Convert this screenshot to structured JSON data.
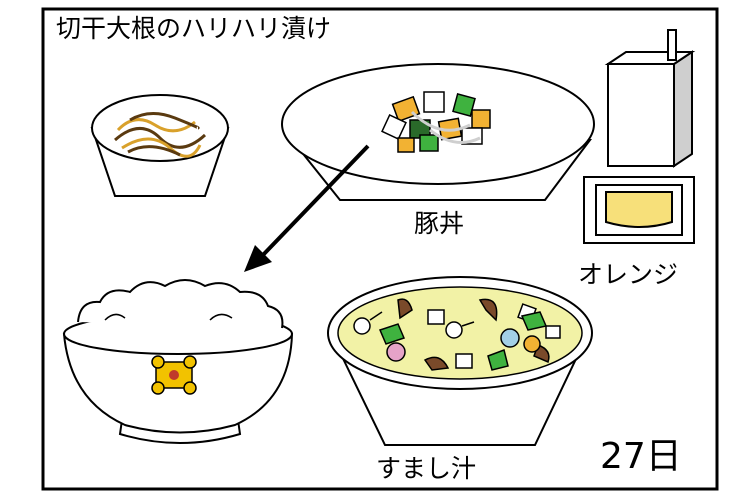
{
  "title": "切干大根のハリハリ漬け",
  "items": {
    "main_dish": "豚丼",
    "fruit": "オレンジ",
    "soup": "すまし汁"
  },
  "date": "27日",
  "colors": {
    "outline": "#000000",
    "background": "#ffffff",
    "noodle": "#d9a12b",
    "kabocha": "#f2b233",
    "green_veg": "#3fb23f",
    "soup_broth": "#f2f2a6",
    "orange_flesh": "#f7e07a",
    "bear_emblem": "#f2c200"
  },
  "icons": [
    "salad-bowl-icon",
    "rice-bowl-icon",
    "donburi-topping-icon",
    "soup-bowl-icon",
    "milk-carton-icon",
    "orange-icon",
    "arrow-icon"
  ]
}
